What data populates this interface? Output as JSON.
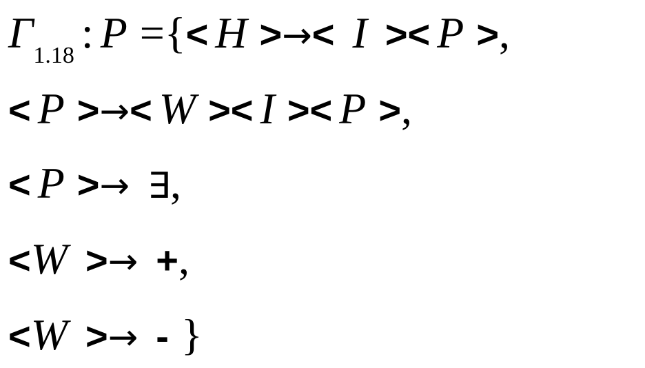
{
  "line1": {
    "gamma": "Γ",
    "subscript": "1.18",
    "colon": ":",
    "P": "P",
    "equals": "=",
    "open_brace": "{",
    "lt1": "<",
    "H": "H",
    "gt1": ">",
    "arrow": "→",
    "lt2": "<",
    "I": "I",
    "gt2": ">",
    "lt3": "<",
    "P2": "P",
    "gt3": ">",
    "comma": ","
  },
  "line2": {
    "lt1": "<",
    "P": "P",
    "gt1": ">",
    "arrow": "→",
    "lt2": "<",
    "W": "W",
    "gt2": ">",
    "lt3": "<",
    "I": "I",
    "gt3": ">",
    "lt4": "<",
    "P2": "P",
    "gt4": ">",
    "comma": ","
  },
  "line3": {
    "lt": "<",
    "P": "P",
    "gt": ">",
    "arrow": "→",
    "exists": "∃",
    "comma": ","
  },
  "line4": {
    "lt": "<",
    "W": "W",
    "gt": ">",
    "arrow": "→",
    "plus": "+",
    "comma": ","
  },
  "line5": {
    "lt": "<",
    "W": "W",
    "gt": ">",
    "arrow": "→",
    "minus": "-",
    "close_brace": "}"
  }
}
